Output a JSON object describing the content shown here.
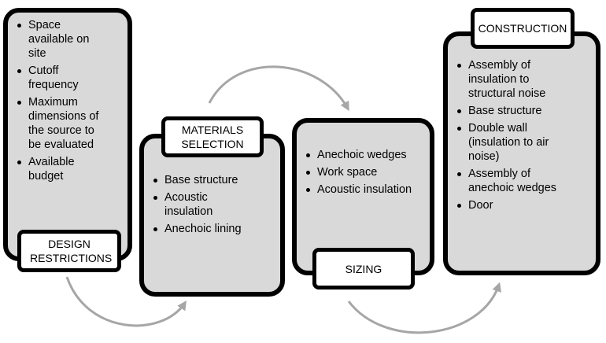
{
  "stages": [
    {
      "label": "DESIGN RESTRICTIONS",
      "items": [
        "Space available on site",
        "Cutoff frequency",
        "Maximum dimensions of the source to be evaluated",
        "Available budget"
      ]
    },
    {
      "label": "MATERIALS SELECTION",
      "items": [
        "Base structure",
        "Acoustic insulation",
        "Anechoic lining"
      ]
    },
    {
      "label": "SIZING",
      "items": [
        "Anechoic wedges",
        "Work space",
        "Acoustic insulation"
      ]
    },
    {
      "label": "CONSTRUCTION",
      "items": [
        "Assembly of insulation to structural noise",
        "Base structure",
        "Double wall (insulation to air noise)",
        "Assembly of anechoic wedges",
        "Door"
      ]
    }
  ],
  "colors": {
    "box_fill": "#d9d9d9",
    "border": "#000000",
    "arrow": "#a6a6a6",
    "label_fill": "#ffffff"
  }
}
